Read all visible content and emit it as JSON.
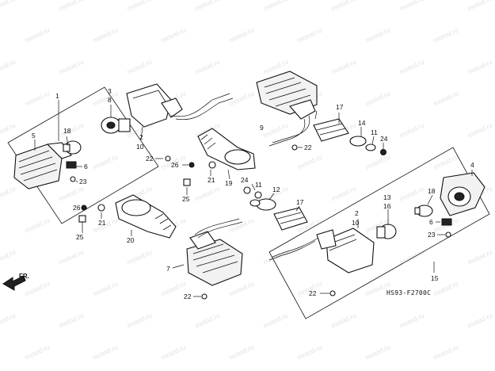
{
  "diagram": {
    "watermark": "motod.ru",
    "diagram_code": "HS93-F2700C",
    "front_marker": "FR.",
    "part_numbers": {
      "p1": "1",
      "p2": "2",
      "p3": "3",
      "p4": "4",
      "p5": "5",
      "p6": "6",
      "p7": "7",
      "p8": "8",
      "p9": "9",
      "p10": "10",
      "p11": "11",
      "p12": "12",
      "p13": "13",
      "p14": "14",
      "p15": "15",
      "p16": "16",
      "p17": "17",
      "p18": "18",
      "p19": "19",
      "p20": "20",
      "p21": "21",
      "p22": "22",
      "p23": "23",
      "p24": "24",
      "p25": "25",
      "p26": "26"
    }
  }
}
